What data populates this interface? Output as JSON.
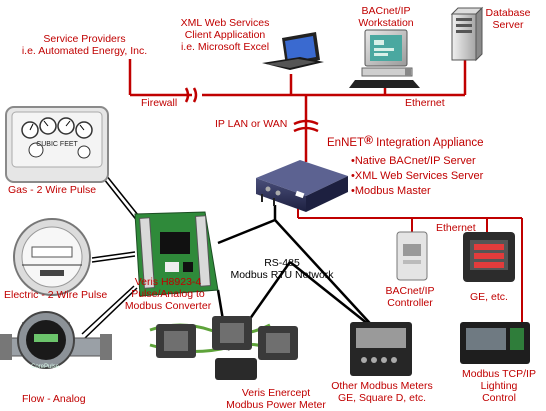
{
  "labels": {
    "service_providers": [
      "Service Providers",
      "i.e. Automated Energy, Inc."
    ],
    "xml_client": [
      "XML Web Services",
      "Client Application",
      "i.e. Microsoft Excel"
    ],
    "bacnet_workstation": [
      "BACnet/IP",
      "Workstation"
    ],
    "database_server": [
      "Database",
      "Server"
    ],
    "firewall": "Firewall",
    "ethernet_top": "Ethernet",
    "ip_lan": "IP LAN or WAN",
    "enet_title": "EnNET",
    "enet_reg": "®",
    "enet_title_rest": " Integration Appliance",
    "enet_bullets": [
      "Native BACnet/IP Server",
      "XML Web Services Server",
      "Modbus Master"
    ],
    "ethernet_right": "Ethernet",
    "gas": "Gas - 2 Wire Pulse",
    "electric": "Electric - 2 Wire Pulse",
    "flow": "Flow - Analog",
    "veris_converter": [
      "Veris H8923-4",
      "Pulse/Analog to",
      "Modbus Converter"
    ],
    "rs485": [
      "RS-485",
      "Modbus RTU Network"
    ],
    "bacnet_controller": [
      "BACnet/IP",
      "Controller"
    ],
    "ge_etc": "GE, etc.",
    "veris_meter": [
      "Veris Enercept",
      "Modbus Power Meter"
    ],
    "other_meters": [
      "Other Modbus Meters",
      "GE, Square D, etc."
    ],
    "modbus_tcp": [
      "Modbus TCP/IP",
      "Lighting",
      "Control"
    ],
    "gas_meter_text": [
      "CUBIC FEET"
    ],
    "flow_meter_text": "CorePulse"
  },
  "colors": {
    "network_line": "#c00000",
    "bus_line": "#000000",
    "text_red": "#c00000",
    "text_black": "#000000"
  }
}
